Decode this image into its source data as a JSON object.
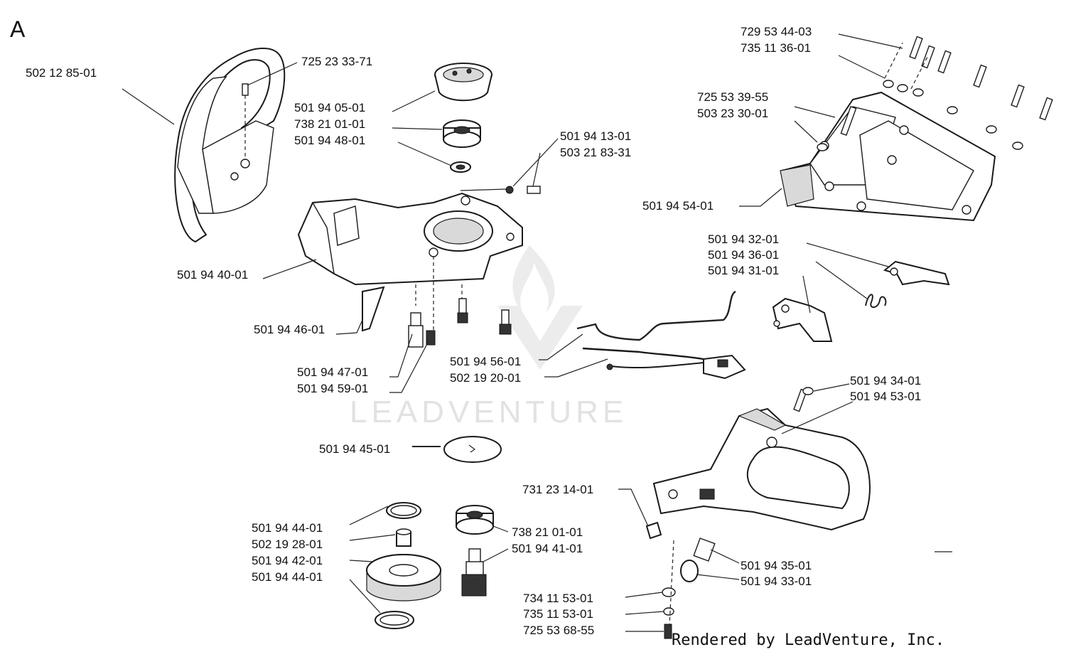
{
  "section_label": "A",
  "credit": "Rendered by LeadVenture, Inc.",
  "watermark": "LEADVENTURE",
  "parts": {
    "p01": "502 12 85-01",
    "p02": "725 23 33-71",
    "p03": "501 94 05-01",
    "p04": "738 21 01-01",
    "p05": "501 94 48-01",
    "p06": "501 94 13-01",
    "p07": "503 21 83-31",
    "p08": "501 94 40-01",
    "p09": "501 94 46-01",
    "p10": "501 94 47-01",
    "p11": "501 94 59-01",
    "p12": "501 94 56-01",
    "p13": "502 19 20-01",
    "p14": "501 94 45-01",
    "p15": "501 94 44-01",
    "p16": "502 19 28-01",
    "p17": "501 94 42-01",
    "p18": "501 94 44-01",
    "p19": "738 21 01-01",
    "p20": "501 94 41-01",
    "p21": "729 53 44-03",
    "p22": "735 11 36-01",
    "p23": "725 53 39-55",
    "p24": "503 23 30-01",
    "p25": "501 94 54-01",
    "p26": "501 94 32-01",
    "p27": "501 94 36-01",
    "p28": "501 94 31-01",
    "p29": "501 94 34-01",
    "p30": "501 94 53-01",
    "p31": "731 23 14-01",
    "p32": "501 94 35-01",
    "p33": "501 94 33-01",
    "p34": "734 11 53-01",
    "p35": "735 11 53-01",
    "p36": "725 53 68-55"
  }
}
